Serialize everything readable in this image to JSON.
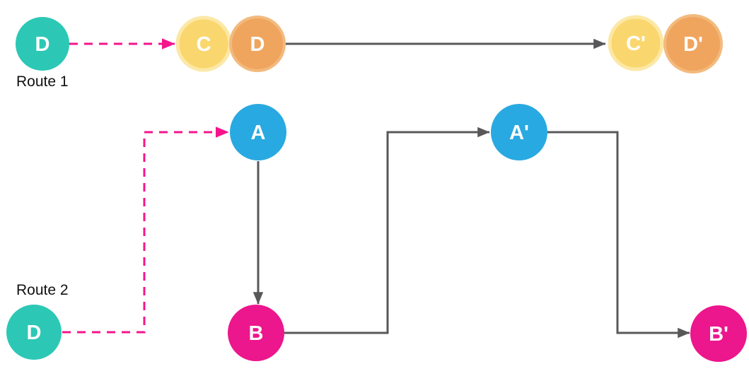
{
  "diagram": {
    "background": "#ffffff",
    "route1": {
      "label": "Route 1"
    },
    "route2": {
      "label": "Route 2"
    },
    "nodes": {
      "r1_d_start": {
        "label": "D",
        "fill": "#2cc8b5"
      },
      "r1_c": {
        "label": "C",
        "fill": "#fad76e",
        "ring": "#fce8a6"
      },
      "r1_d": {
        "label": "D",
        "fill": "#f0a55f",
        "ring": "#f3ba7e"
      },
      "r1_c_prime": {
        "label": "C'",
        "fill": "#fad76e",
        "ring": "#fce8a6"
      },
      "r1_d_prime": {
        "label": "D'",
        "fill": "#f0a55f",
        "ring": "#f3ba7e"
      },
      "a": {
        "label": "A",
        "fill": "#29a9e1"
      },
      "a_prime": {
        "label": "A'",
        "fill": "#29a9e1"
      },
      "b": {
        "label": "B",
        "fill": "#ec168d"
      },
      "b_prime": {
        "label": "B'",
        "fill": "#ec168d"
      },
      "r2_d_start": {
        "label": "D",
        "fill": "#2cc8b5"
      }
    },
    "colors": {
      "arrow_gray": "#58585a",
      "arrow_pink": "#f5148c",
      "node_label": "#ffffff",
      "route_label": "#111111"
    }
  }
}
